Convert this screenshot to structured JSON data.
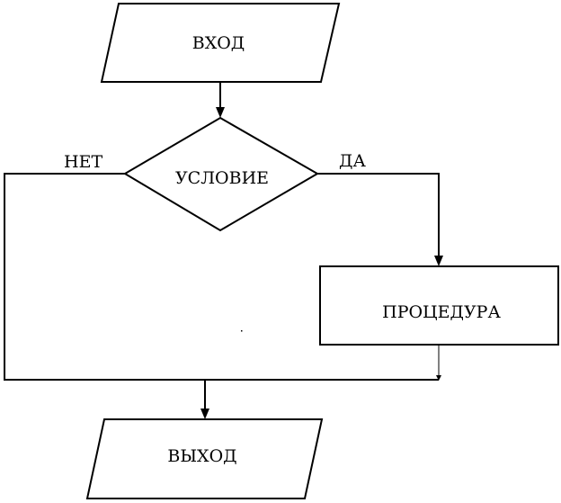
{
  "diagram": {
    "input_label": "ВХОД",
    "condition_label": "УСЛОВИЕ",
    "no_label": "НЕТ",
    "yes_label": "ДА",
    "procedure_label": "ПРОЦЕДУРА",
    "output_label": "ВЫХОД"
  }
}
